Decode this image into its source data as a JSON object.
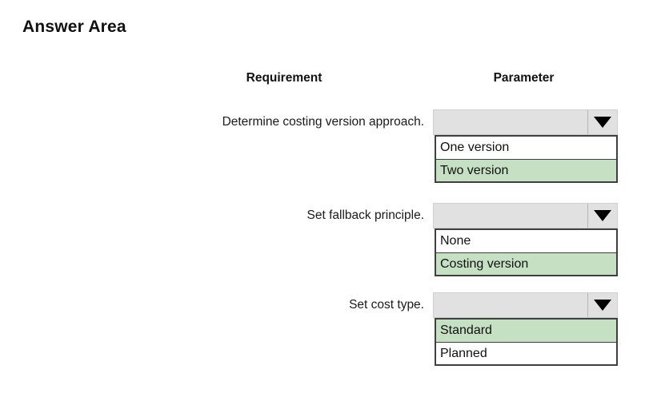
{
  "page": {
    "title": "Answer Area",
    "background_color": "#ffffff"
  },
  "colors": {
    "selected_option": "#c6e0c3",
    "combobox_fill": "#e1e1e1",
    "list_border": "#3f3f3f",
    "text": "#1a1a1a"
  },
  "table": {
    "headers": {
      "requirement": "Requirement",
      "parameter": "Parameter"
    },
    "rows": [
      {
        "requirement": "Determine costing version approach.",
        "combobox": {
          "value": "",
          "arrow_icon": "chevron-down-icon",
          "expanded": true
        },
        "options": [
          {
            "label": "One version",
            "selected": false
          },
          {
            "label": "Two version",
            "selected": true
          }
        ]
      },
      {
        "requirement": "Set fallback principle.",
        "combobox": {
          "value": "",
          "arrow_icon": "chevron-down-icon",
          "expanded": true
        },
        "options": [
          {
            "label": "None",
            "selected": false
          },
          {
            "label": "Costing version",
            "selected": true
          }
        ]
      },
      {
        "requirement": "Set cost type.",
        "combobox": {
          "value": "",
          "arrow_icon": "chevron-down-icon",
          "expanded": true
        },
        "options": [
          {
            "label": "Standard",
            "selected": true
          },
          {
            "label": "Planned",
            "selected": false
          }
        ]
      }
    ]
  }
}
